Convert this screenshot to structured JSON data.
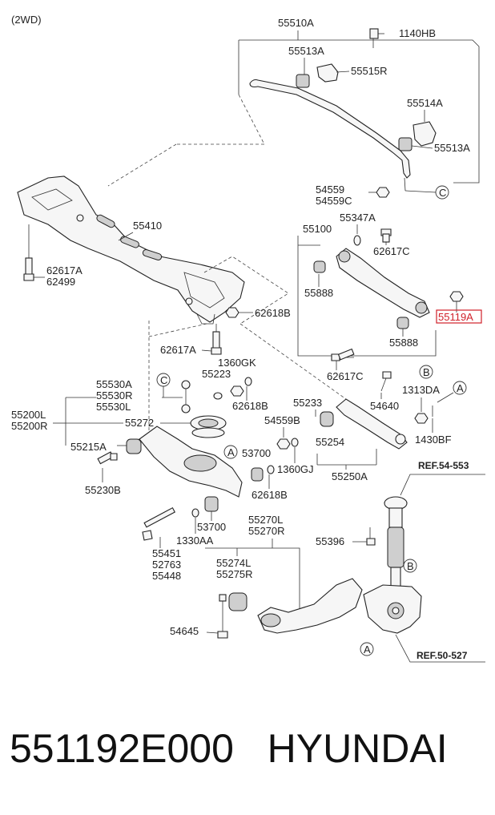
{
  "drive_note": "(2WD)",
  "highlight_color": "#d0202a",
  "labels": {
    "l55510A": "55510A",
    "l1140HB": "1140HB",
    "l55513A_top": "55513A",
    "l55515R": "55515R",
    "l55514A": "55514A",
    "l55513A_right": "55513A",
    "l54559": "54559",
    "l54559C": "54559C",
    "l55410": "55410",
    "l62617A_left": "62617A",
    "l62499": "62499",
    "l55100": "55100",
    "l55347A": "55347A",
    "l62617C_top": "62617C",
    "l55888_left": "55888",
    "l55119A": "55119A",
    "l55888_right": "55888",
    "l62618B_top": "62618B",
    "l62617A_mid": "62617A",
    "l1360GK": "1360GK",
    "l55223": "55223",
    "l62618B_mid": "62618B",
    "l55530A": "55530A",
    "l55530R": "55530R",
    "l55530L": "55530L",
    "l55200L": "55200L",
    "l55200R": "55200R",
    "l55272": "55272",
    "l55215A": "55215A",
    "l55230B": "55230B",
    "l62617C_mid": "62617C",
    "l55233": "55233",
    "l54640": "54640",
    "l1313DA": "1313DA",
    "l54559B": "54559B",
    "l55254": "55254",
    "l1430BF": "1430BF",
    "l53700_top": "53700",
    "l1360GJ": "1360GJ",
    "l62618B_low": "62618B",
    "l55250A": "55250A",
    "l53700_low": "53700",
    "l1330AA": "1330AA",
    "l55451": "55451",
    "l52763": "52763",
    "l55448": "55448",
    "l55270L": "55270L",
    "l55270R": "55270R",
    "l55396": "55396",
    "l55274L": "55274L",
    "l55275R": "55275R",
    "l54645": "54645",
    "ref_top": "REF.54-553",
    "ref_bottom": "REF.50-527"
  },
  "markers": {
    "c_upper": "C",
    "c_mid": "C",
    "b_mid": "B",
    "a_right": "A",
    "a_mid": "A",
    "b_low": "B",
    "a_low": "A"
  },
  "footer": {
    "part_number": "551192E000",
    "brand": "HYUNDAI"
  }
}
